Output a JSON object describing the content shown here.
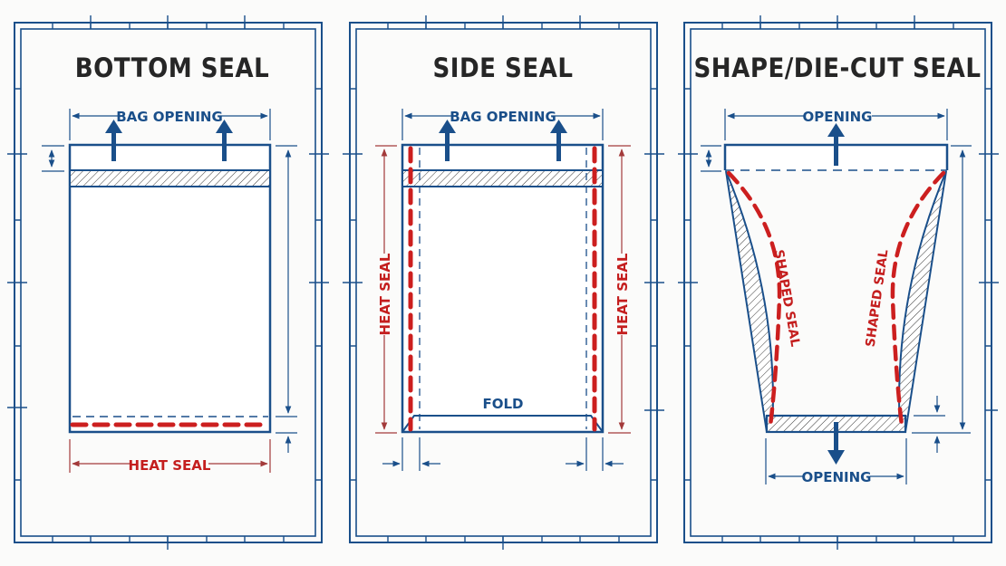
{
  "colors": {
    "blue": "#1a4f8a",
    "red": "#cc1f1f",
    "dim_red": "#a33a3a",
    "title": "#262626",
    "background": "#fbfbfa"
  },
  "panels": [
    {
      "title": "BOTTOM SEAL",
      "labels": {
        "opening": "BAG OPENING",
        "seal": "HEAT SEAL"
      }
    },
    {
      "title": "SIDE SEAL",
      "labels": {
        "opening": "BAG OPENING",
        "seal_left": "HEAT SEAL",
        "seal_right": "HEAT SEAL",
        "fold": "FOLD"
      }
    },
    {
      "title": "SHAPE/DIE-CUT SEAL",
      "labels": {
        "opening_top": "OPENING",
        "opening_bottom": "OPENING",
        "seal_left": "SHAPED SEAL",
        "seal_right": "SHAPED SEAL"
      }
    }
  ]
}
